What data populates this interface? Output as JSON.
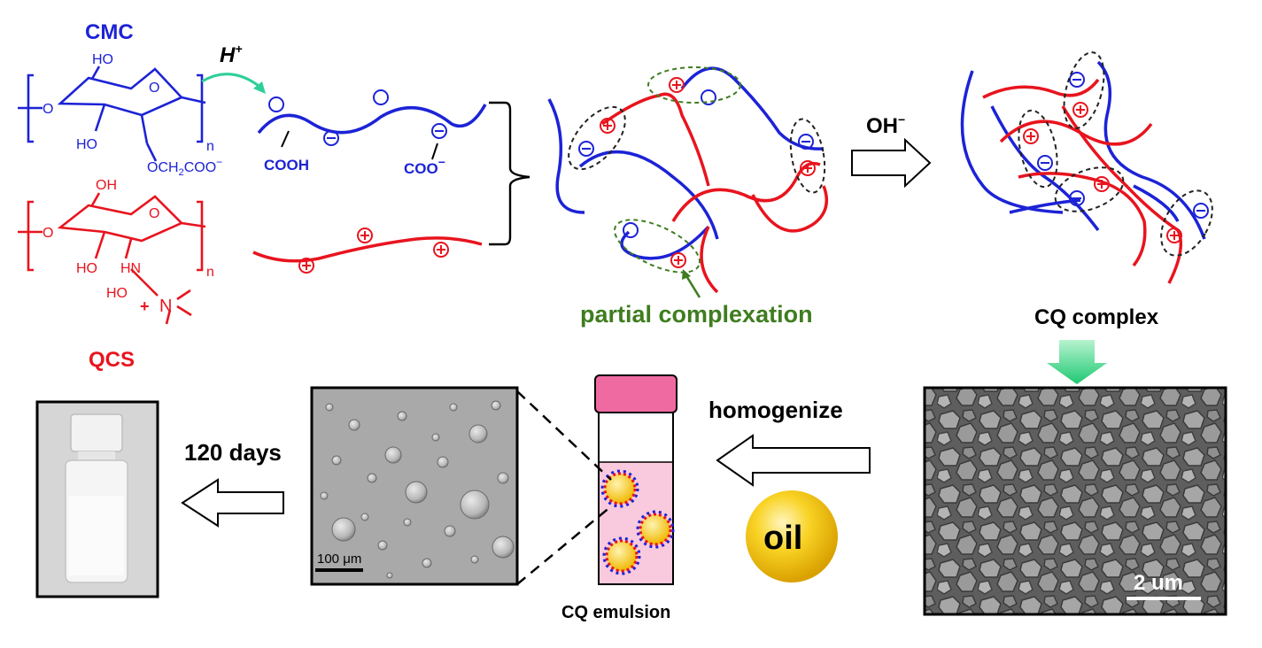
{
  "labels": {
    "cmc": "CMC",
    "qcs": "QCS",
    "h_plus": "H",
    "h_plus_sup": "+",
    "cmc_n": "n",
    "qcs_n": "n",
    "cooh": "COOH",
    "coo": "COO",
    "coo_sup": "−",
    "partial": "partial complexation",
    "oh": "OH",
    "oh_sup": "−",
    "cq_complex": "CQ complex",
    "homogenize": "homogenize",
    "oil": "oil",
    "days": "120 days",
    "cq_emulsion": "CQ emulsion",
    "scale_micro": "100 μm",
    "scale_sem": "2 um"
  },
  "structure_labels": {
    "cmc": {
      "ho_top": "HO",
      "ho_left": "HO",
      "o_ring": "O",
      "o_link": "O",
      "och2": "OCH",
      "och2_sub": "2",
      "coo": "COO",
      "coo_sup": "−"
    },
    "qcs": {
      "oh_top": "OH",
      "ho_left": "HO",
      "o_ring": "O",
      "o_link": "O",
      "hn": "HN",
      "ho_chain": "HO",
      "n_plus": "N",
      "plus": "+"
    }
  },
  "colors": {
    "cmc": "#1c23d6",
    "qcs": "#e8141e",
    "partial": "#3f7d1f",
    "arrow_teal": "#2ecf9a",
    "green_arrow": "#25d27a",
    "oil": "#f4c20d",
    "cap": "#f06aa2",
    "emulsion_liquid": "#f9c9dd"
  }
}
